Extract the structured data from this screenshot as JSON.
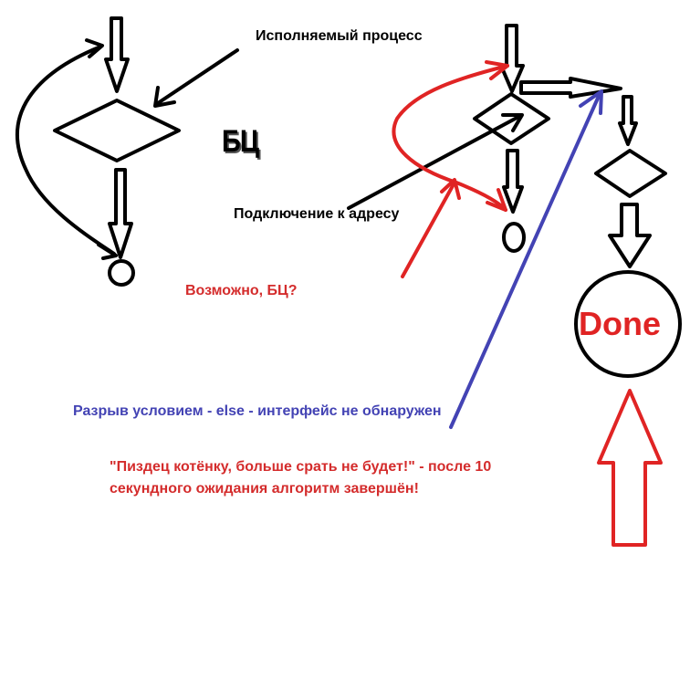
{
  "labels": {
    "executing_process": "Исполняемый процесс",
    "bc": "БЦ",
    "connect_address": "Подключение к адресу",
    "maybe_bc": "Возможно, БЦ?",
    "break_condition": "Разрыв условием - else - интерфейс не обнаружен",
    "quote_line1": "\"Пиздец котёнку, больше срать не будет!\" - после 10",
    "quote_line2": "секундного ожидания алгоритм завершён!",
    "done": "Done"
  },
  "colors": {
    "black": "#000000",
    "red": "#e02424",
    "blue": "#4343b4",
    "text_red": "#d42c2c"
  }
}
